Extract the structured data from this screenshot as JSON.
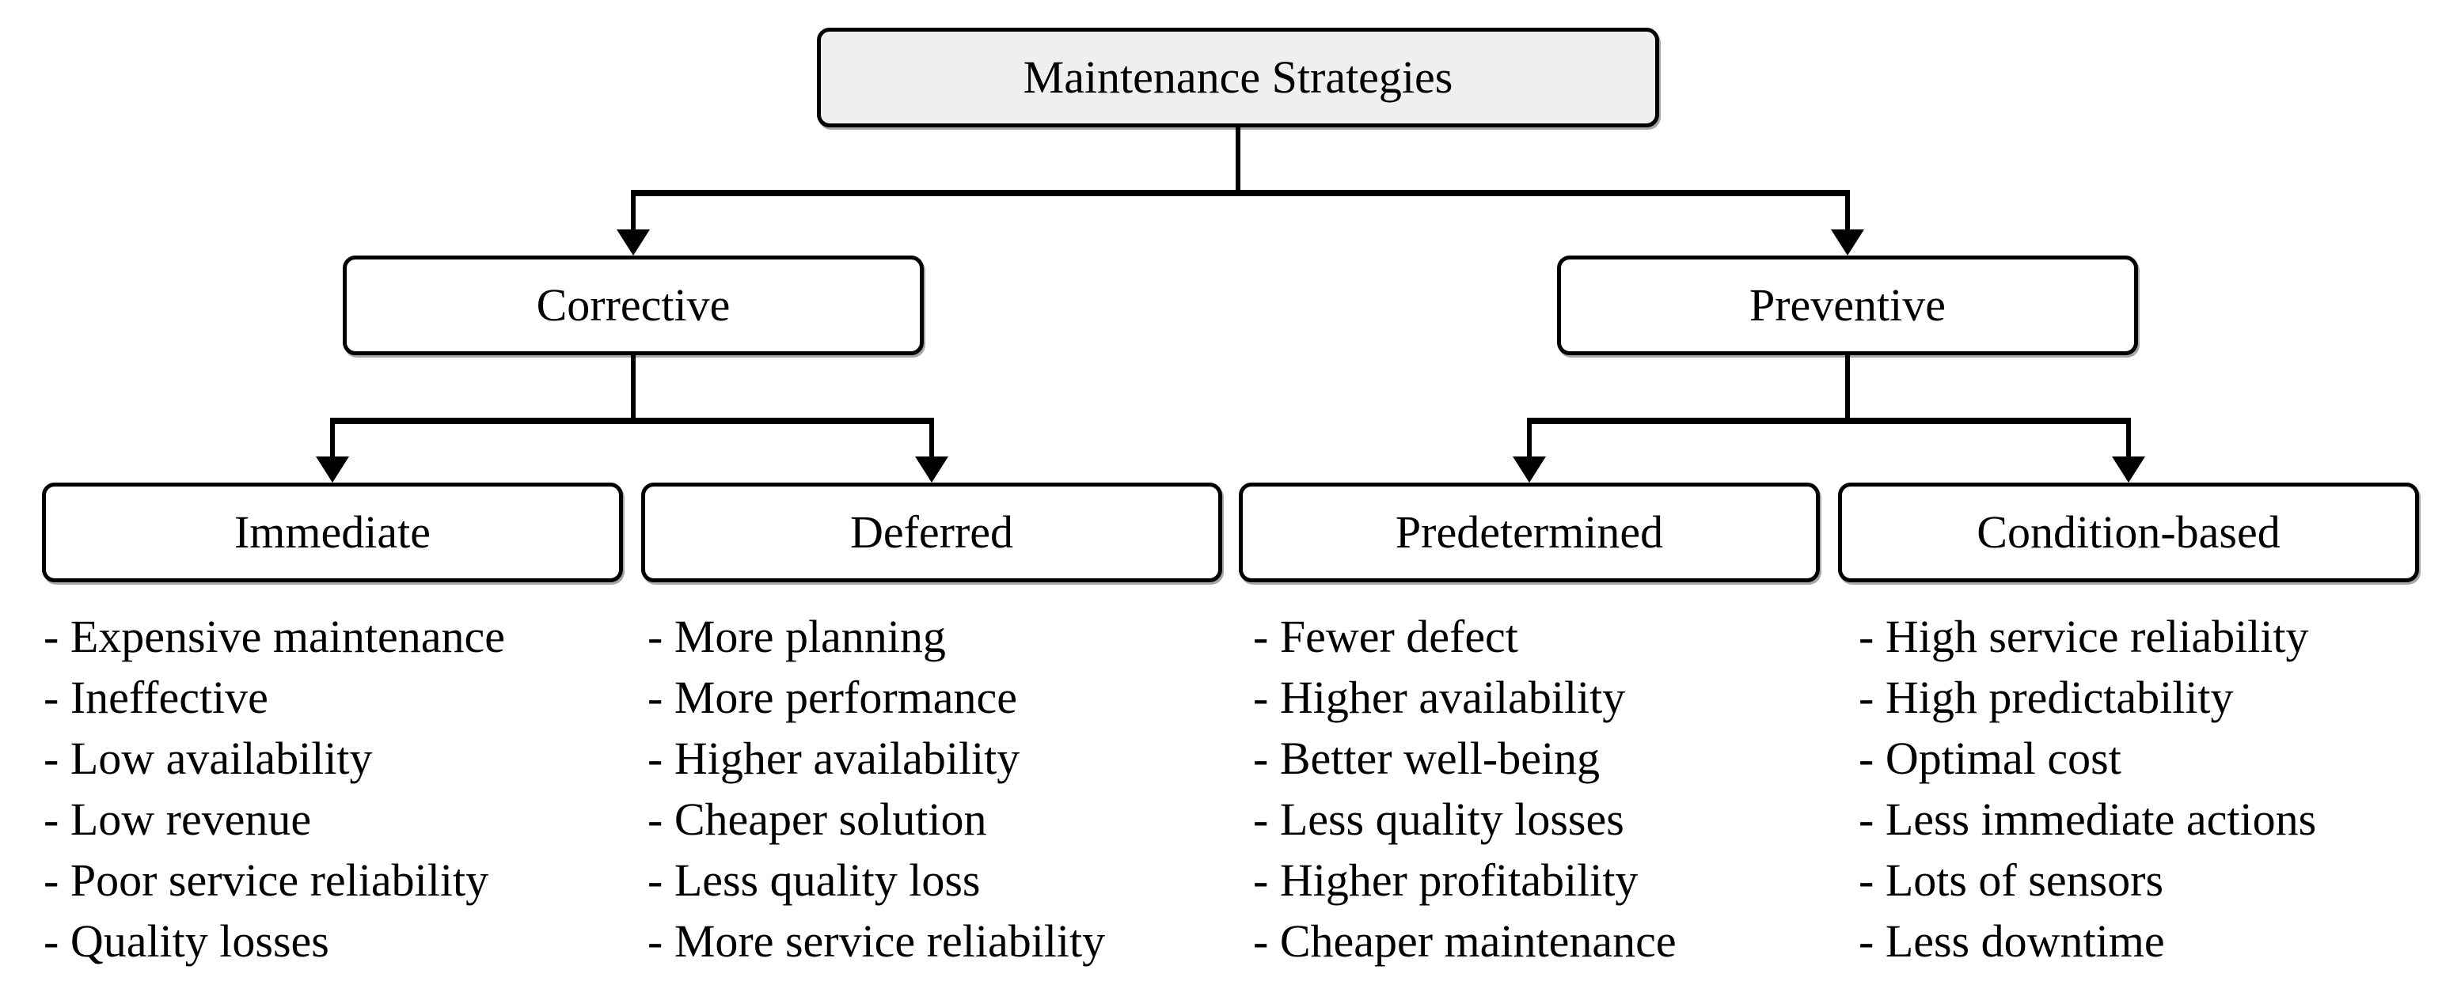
{
  "diagram": {
    "title": "Maintenance Strategies tree",
    "colors": {
      "root_fill": "#efefef",
      "node_fill": "#ffffff",
      "line": "#000000",
      "text": "#000000",
      "background": "#ffffff"
    },
    "root": {
      "label": "Maintenance Strategies"
    },
    "branches": [
      {
        "label": "Corrective",
        "children": [
          {
            "label": "Immediate",
            "items": [
              "- Expensive maintenance",
              "- Ineffective",
              "- Low availability",
              "- Low revenue",
              "- Poor service reliability",
              "- Quality losses"
            ]
          },
          {
            "label": "Deferred",
            "items": [
              "- More planning",
              "- More performance",
              "- Higher availability",
              "- Cheaper solution",
              "- Less quality loss",
              "- More service reliability"
            ]
          }
        ]
      },
      {
        "label": "Preventive",
        "children": [
          {
            "label": "Predetermined",
            "items": [
              "- Fewer defect",
              "- Higher availability",
              "- Better well-being",
              "- Less quality losses",
              "- Higher profitability",
              "- Cheaper maintenance"
            ]
          },
          {
            "label": "Condition-based",
            "items": [
              "- High service reliability",
              "- High predictability",
              "- Optimal cost",
              "- Less immediate actions",
              "- Lots of sensors",
              "- Less downtime"
            ]
          }
        ]
      }
    ]
  }
}
